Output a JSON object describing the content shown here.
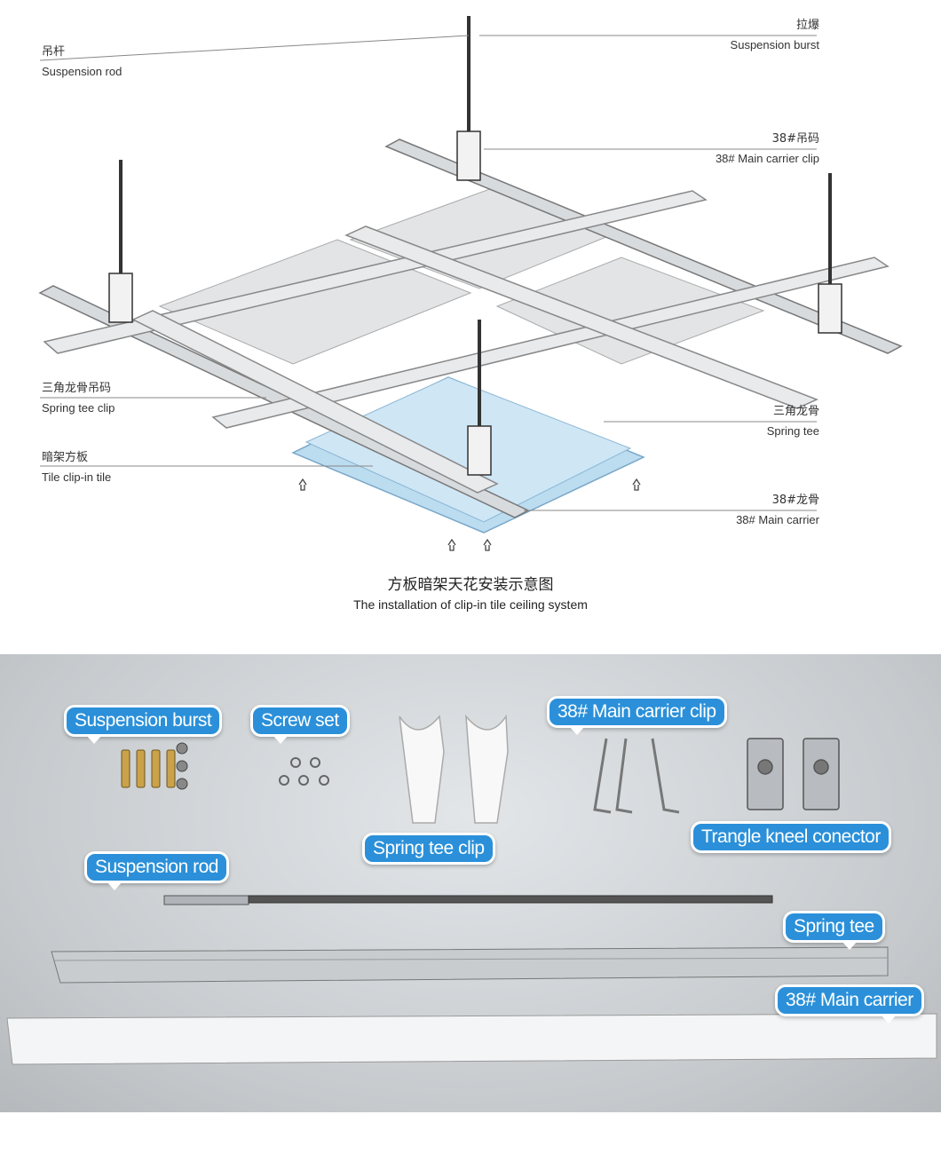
{
  "diagram": {
    "callouts": {
      "suspension_rod": {
        "cn": "吊杆",
        "en": "Suspension rod"
      },
      "suspension_burst": {
        "cn": "拉爆",
        "en": "Suspension burst"
      },
      "main_carrier_clip": {
        "cn": "38#吊码",
        "en": "38# Main carrier clip"
      },
      "spring_tee_clip": {
        "cn": "三角龙骨吊码",
        "en": "Spring tee clip"
      },
      "spring_tee": {
        "cn": "三角龙骨",
        "en": "Spring tee"
      },
      "tile_clip_in": {
        "cn": "暗架方板",
        "en": "Tile clip-in tile"
      },
      "main_carrier": {
        "cn": "38#龙骨",
        "en": "38#  Main carrier"
      }
    },
    "caption": {
      "cn": "方板暗架天花安装示意图",
      "en": "The installation of clip-in tile ceiling system"
    }
  },
  "photo": {
    "badges": {
      "suspension_burst": "Suspension burst",
      "screw_set": "Screw set",
      "main_carrier_clip": "38# Main carrier clip",
      "spring_tee_clip": "Spring tee clip",
      "triangle_kneel_connector": "Trangle kneel conector",
      "suspension_rod": "Suspension rod",
      "spring_tee": "Spring tee",
      "main_carrier": "38# Main carrier"
    }
  },
  "colors": {
    "badge": "#2b90d9",
    "tile": "#bcdcf0",
    "rail": "#d8dbde"
  }
}
